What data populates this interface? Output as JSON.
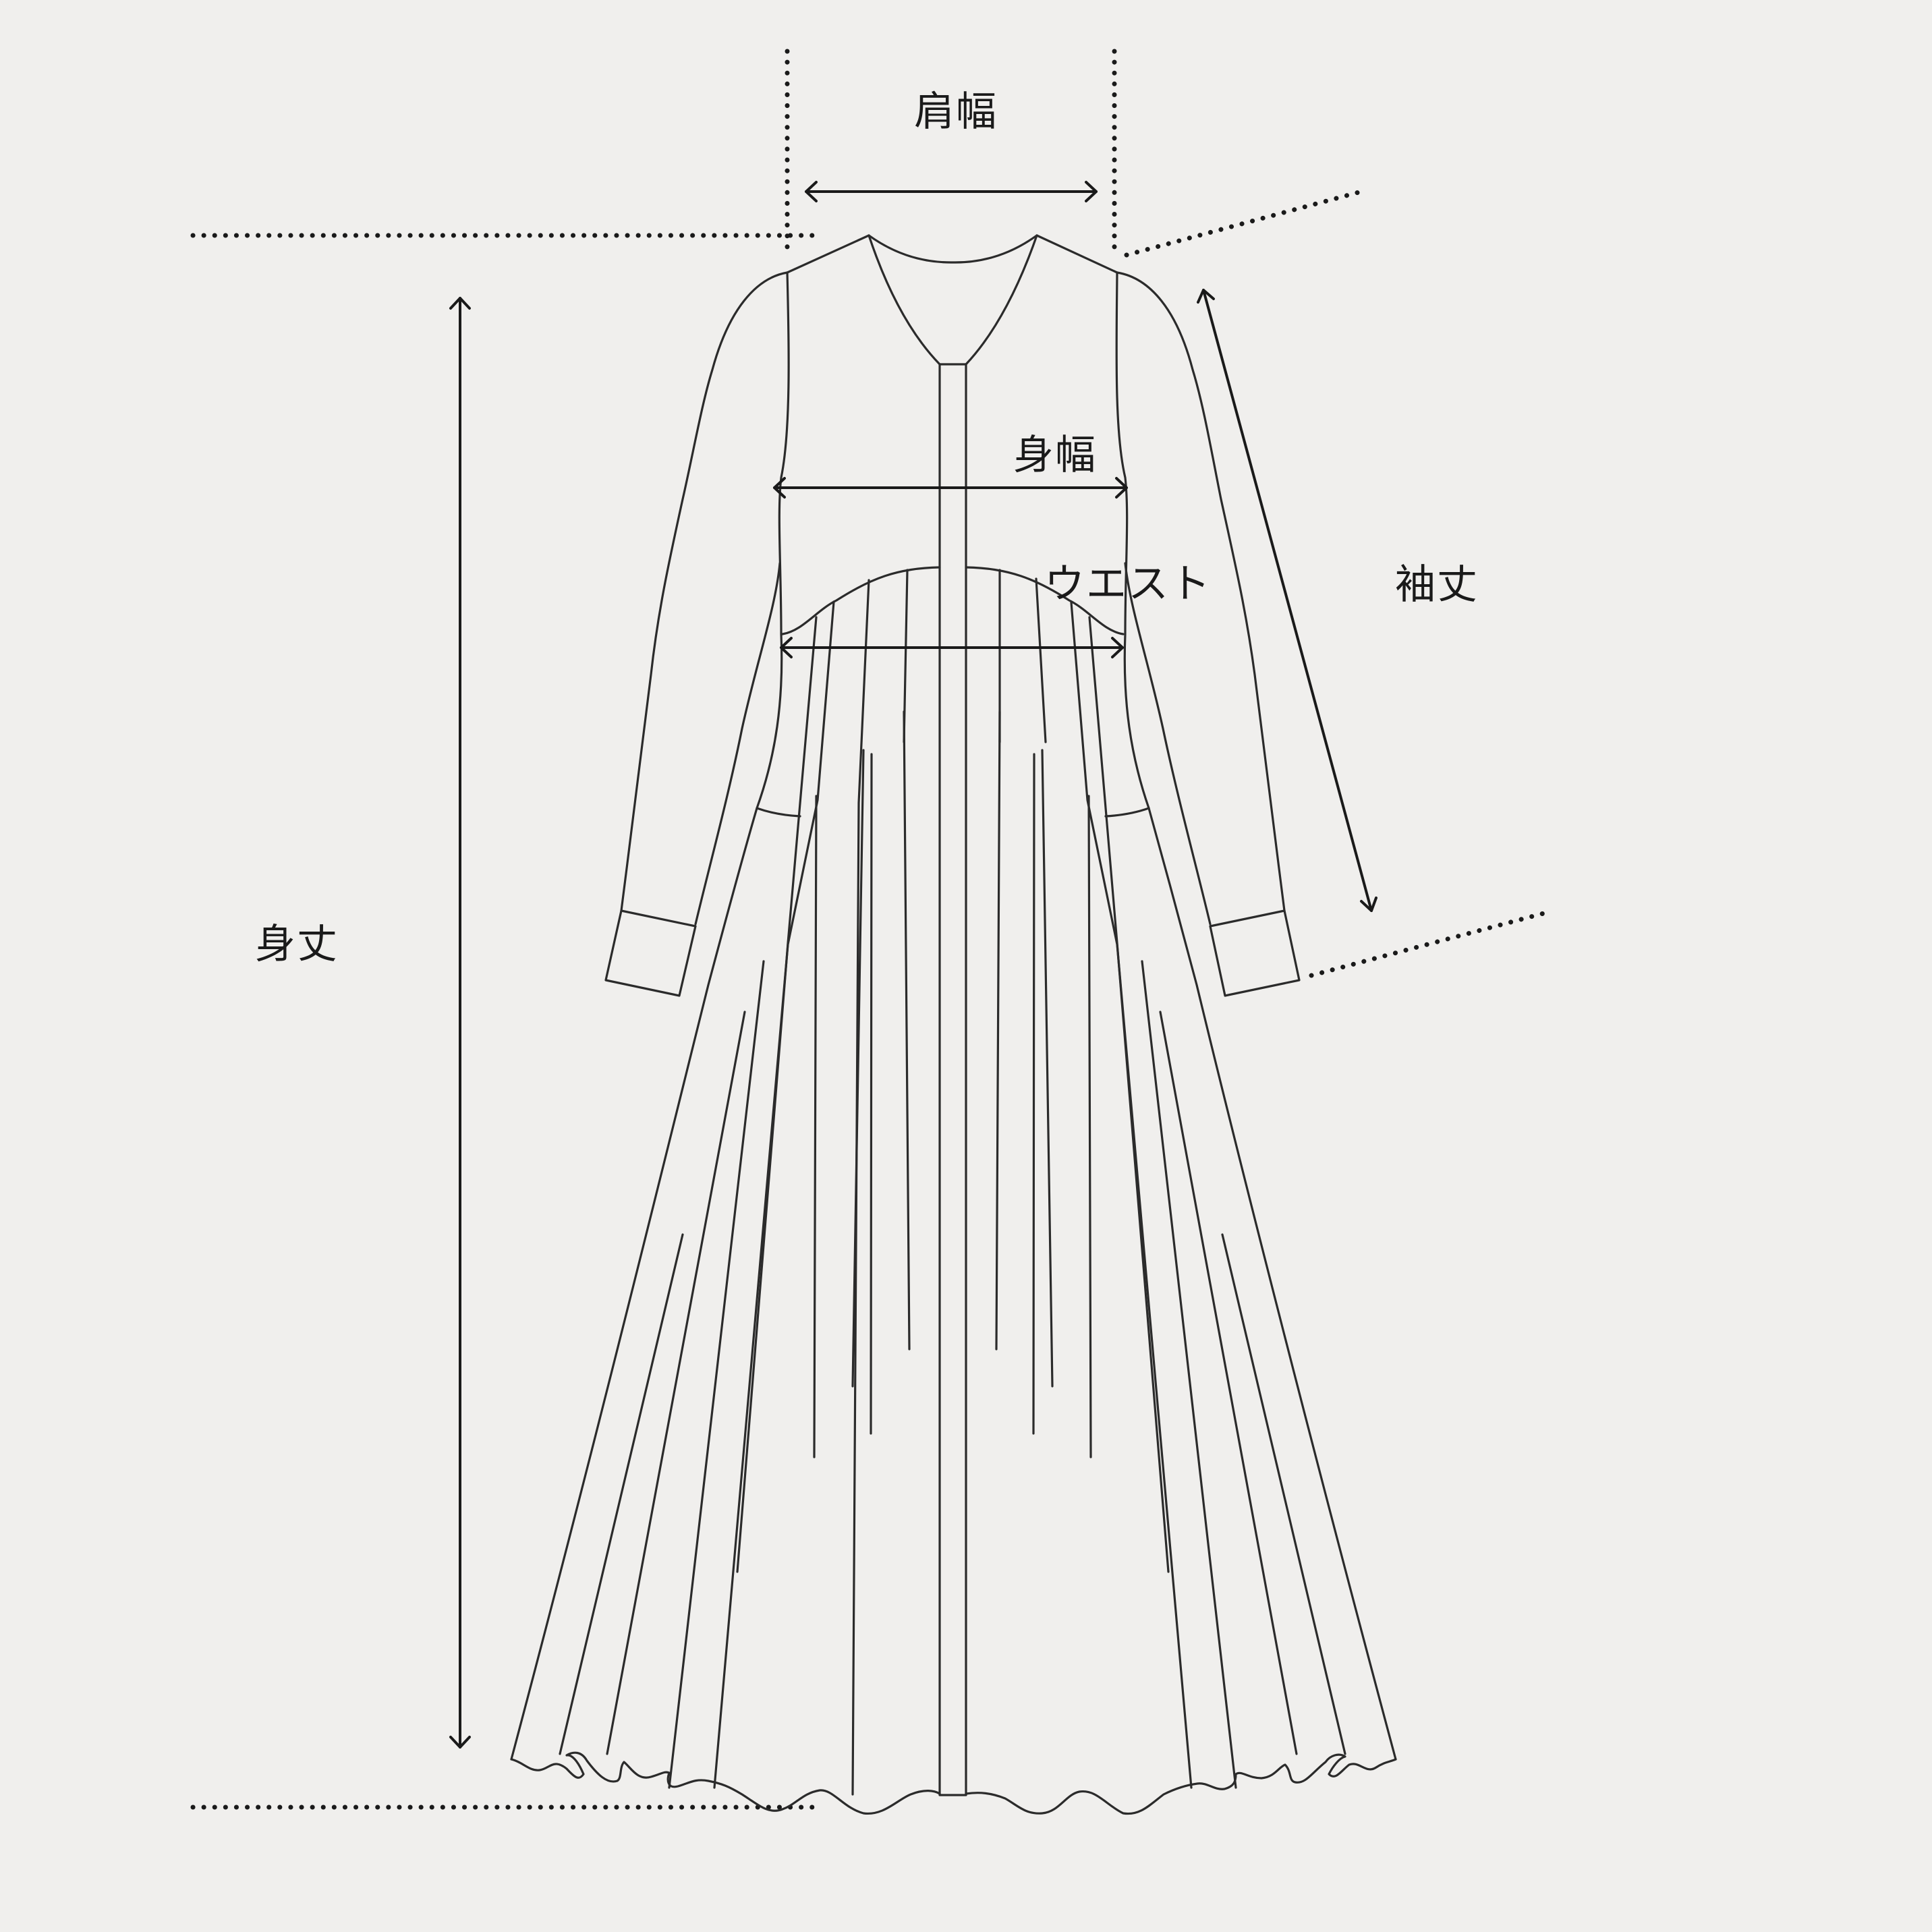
{
  "labels": {
    "shoulder_width": "肩幅",
    "chest_width": "身幅",
    "waist": "ウエスト",
    "sleeve_length": "袖丈",
    "body_length": "身丈"
  }
}
